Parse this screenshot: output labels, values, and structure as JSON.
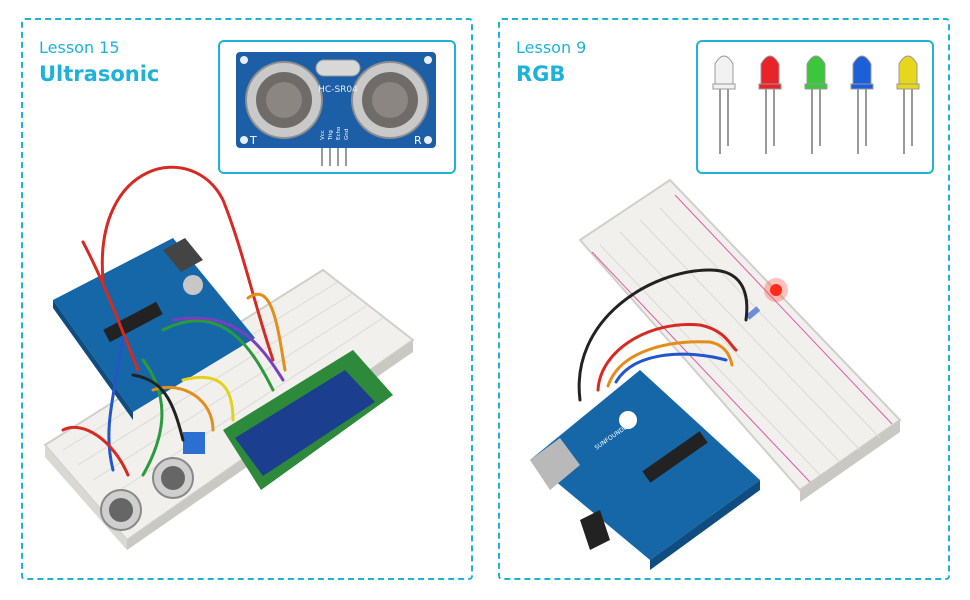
{
  "panels": [
    {
      "lesson": "Lesson 15",
      "title": "Ultrasonic",
      "module": {
        "model": "HC-SR04",
        "left_mark": "T",
        "right_mark": "R",
        "pins": [
          "Vcc",
          "Trig",
          "Echo",
          "Gnd"
        ]
      }
    },
    {
      "lesson": "Lesson 9",
      "title": "RGB",
      "led_colors": [
        "#f2f2f2",
        "#e8242a",
        "#3bc63b",
        "#1d5fd8",
        "#e6d61c"
      ]
    }
  ],
  "board_brand": "SUNFOUNDER",
  "colors": {
    "accent": "#1fb2d9",
    "pcb": "#1667a8",
    "breadboard": "#f2f1ee"
  }
}
